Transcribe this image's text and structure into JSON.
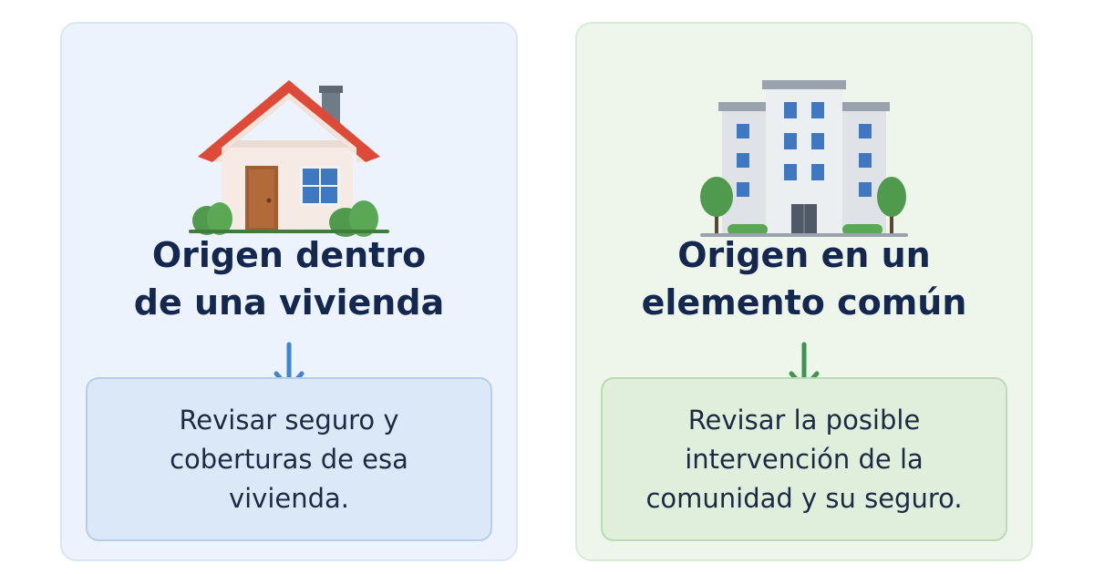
{
  "cards": [
    {
      "title_lines": [
        "Origen dentro",
        "de una vivienda"
      ],
      "result_lines": [
        "Revisar seguro y",
        "coberturas de esa",
        "vivienda."
      ],
      "illustration": "house-icon",
      "accent_color": "#3f86d0"
    },
    {
      "title_lines": [
        "Origen en un",
        "elemento común"
      ],
      "result_lines": [
        "Revisar la posible",
        "intervención de la",
        "comunidad y su seguro."
      ],
      "illustration": "apartment-building-icon",
      "accent_color": "#3c9650"
    }
  ]
}
